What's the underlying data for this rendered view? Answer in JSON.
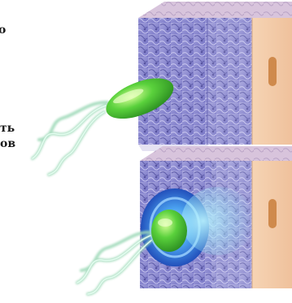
{
  "text_fragments": {
    "top": "o",
    "mid_line1": "ть",
    "mid_line2": "ов"
  },
  "colors": {
    "cell_face": "#8f8ed0",
    "cell_right": "#f1cba9",
    "cell_top": "#d9c0d8",
    "nucleus": "#cf8a4c",
    "bacterium": "#3fbf2a",
    "flagella": "#8fd3b0",
    "engulf_blue": "#2463c8"
  },
  "icons": [
    "bacterium-icon",
    "cell-block-icon",
    "flagellum-icon"
  ]
}
